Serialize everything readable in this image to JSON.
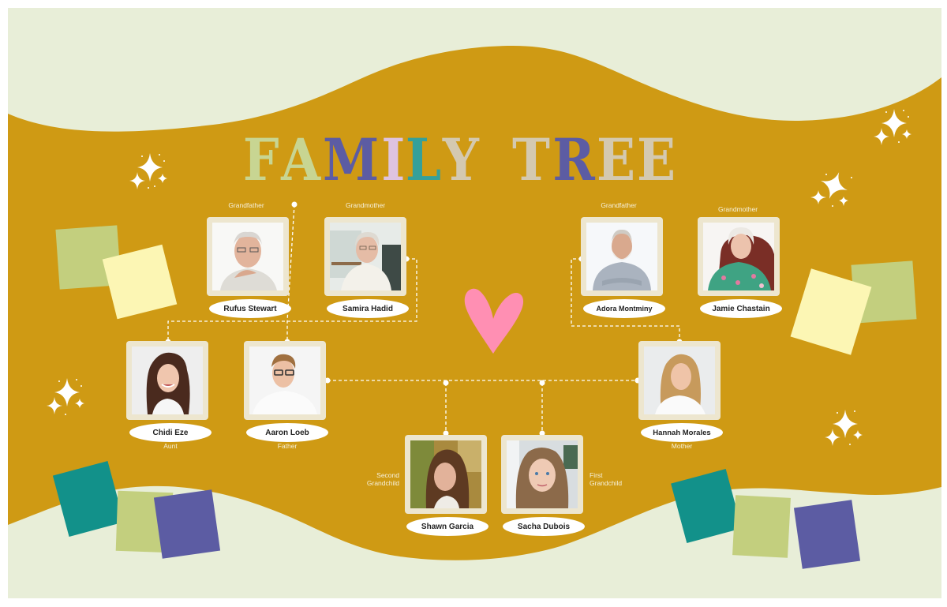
{
  "title": {
    "letters": [
      {
        "char": "F",
        "color": "#c8d592"
      },
      {
        "char": "A",
        "color": "#c8d592"
      },
      {
        "char": "M",
        "color": "#5c5ca3"
      },
      {
        "char": "I",
        "color": "#dec3e0"
      },
      {
        "char": "L",
        "color": "#35a09a"
      },
      {
        "char": "Y",
        "color": "#d4c9b0"
      },
      {
        "char": " ",
        "color": "#000000"
      },
      {
        "char": "T",
        "color": "#d4c9b0"
      },
      {
        "char": "R",
        "color": "#5c5ca3"
      },
      {
        "char": "E",
        "color": "#d4c9b0"
      },
      {
        "char": "E",
        "color": "#d4c9b0"
      }
    ],
    "text": "FAMILY TREE"
  },
  "colors": {
    "background": "#e8eed8",
    "band": "#cf9a14",
    "card_frame": "#ede6cf",
    "heart": "#ff8fb3",
    "teal": "#12918a",
    "sage": "#c3cf7e",
    "purple": "#5c5ca3",
    "cream": "#fcf6b4",
    "connector": "#ffffff"
  },
  "members": {
    "paternal_grandfather": {
      "name": "Rufus Stewart",
      "role": "Grandfather"
    },
    "paternal_grandmother": {
      "name": "Samira Hadid",
      "role": "Grandmother"
    },
    "maternal_grandfather": {
      "name": "Adora Montminy",
      "role": "Grandfather"
    },
    "maternal_grandmother": {
      "name": "Jamie Chastain",
      "role": "Grandmother"
    },
    "aunt": {
      "name": "Chidi Eze",
      "role": "Aunt"
    },
    "father": {
      "name": "Aaron Loeb",
      "role": "Father"
    },
    "mother": {
      "name": "Hannah Morales",
      "role": "Mother"
    },
    "second_grandchild": {
      "name": "Shawn Garcia",
      "role_line1": "Second",
      "role_line2": "Grandchild"
    },
    "first_grandchild": {
      "name": "Sacha Dubois",
      "role_line1": "First",
      "role_line2": "Grandchild"
    }
  },
  "decorations": {
    "heart_icon": "heart",
    "sparkle_icon": "sparkle-cluster"
  }
}
